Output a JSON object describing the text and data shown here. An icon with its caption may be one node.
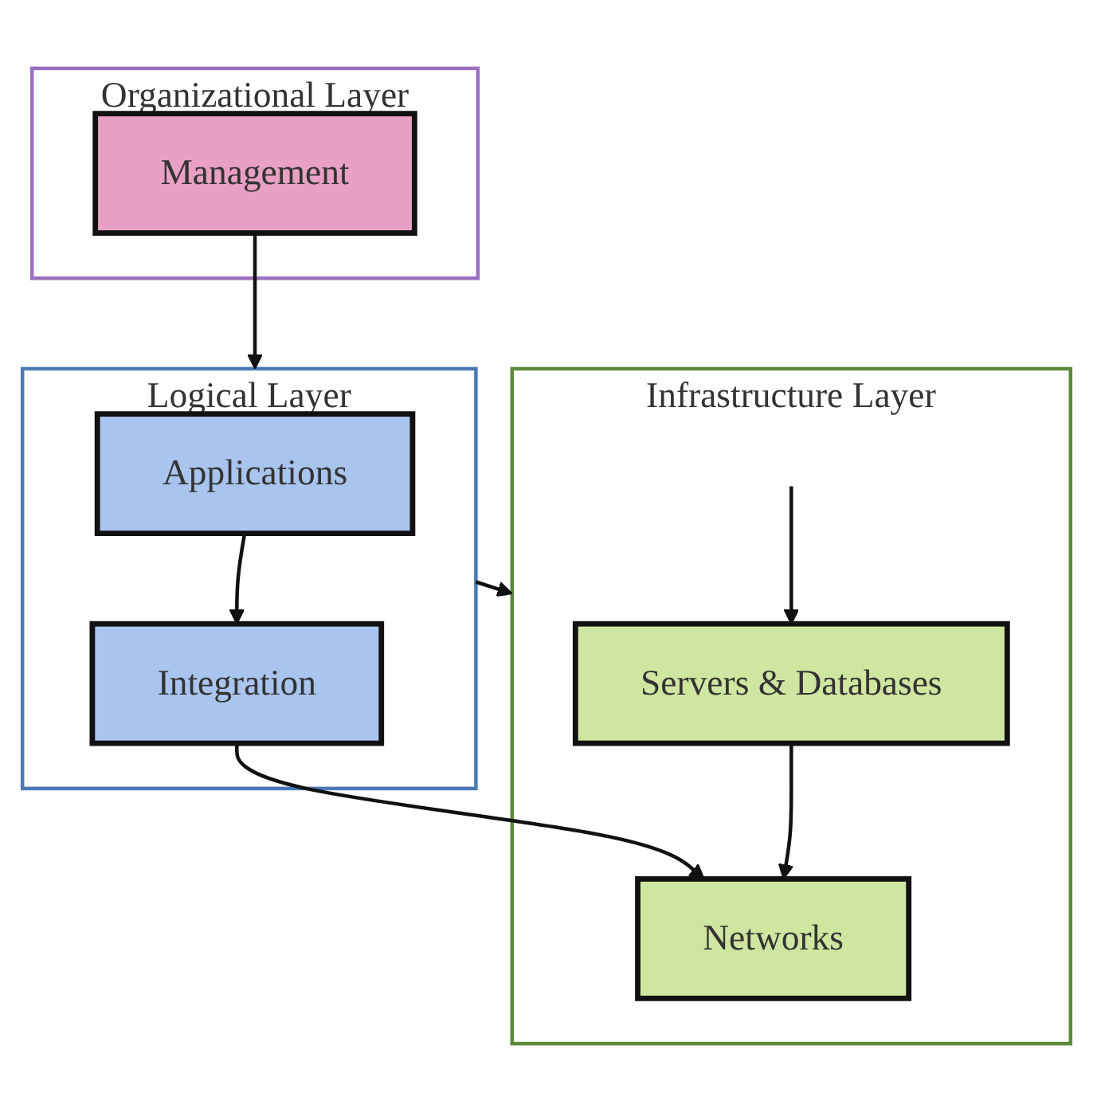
{
  "diagram": {
    "nodes": [
      {
        "text": [
          "Organizational Layer"
        ]
      },
      {
        "text": [
          "Management"
        ],
        "in": 0
      },
      {
        "text": [
          "Logical Layer"
        ]
      },
      {
        "text": [
          "Applications"
        ],
        "in": 2
      },
      {
        "text": [
          "Integration"
        ],
        "in": 2
      },
      {
        "text": [
          "Infrastructure Layer"
        ]
      },
      {
        "text": [
          "Servers & Databases"
        ],
        "in": 5
      },
      {
        "text": [
          "Networks"
        ],
        "in": 5
      }
    ],
    "edges": [
      {
        "from": 1,
        "to": 2,
        "arrow": "to"
      },
      {
        "from": 3,
        "to": 4,
        "arrow": "to"
      },
      {
        "from": 2,
        "to": 5,
        "arrow": "to"
      },
      {
        "from": 4,
        "to": 7,
        "arrow": "to"
      },
      {
        "from": null,
        "to": 6,
        "arrow": "to"
      },
      {
        "from": 6,
        "to": 7,
        "arrow": "to"
      }
    ]
  }
}
